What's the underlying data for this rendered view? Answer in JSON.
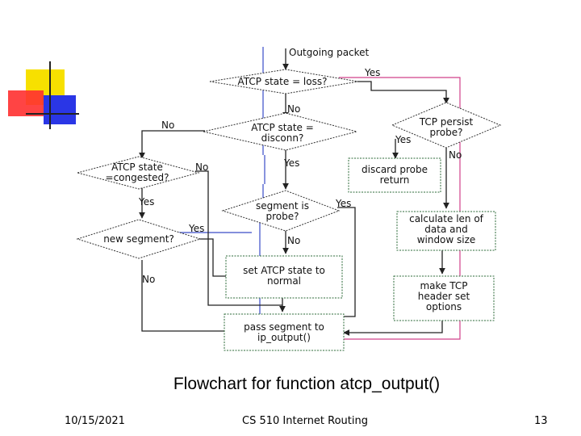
{
  "slide": {
    "caption": "Flowchart for function atcp_output()",
    "footer": {
      "date": "10/15/2021",
      "course": "CS 510 Internet Routing",
      "page": "13"
    }
  },
  "flowchart": {
    "start_label": "Outgoing packet",
    "decisions": {
      "loss": "ATCP state = loss?",
      "disconn_line1": "ATCP state =",
      "disconn_line2": "disconn?",
      "persist_line1": "TCP persist",
      "persist_line2": "probe?",
      "congested_line1": "ATCP state",
      "congested_line2": "=congested?",
      "probe_line1": "segment is",
      "probe_line2": "probe?",
      "newseg": "new segment?"
    },
    "processes": {
      "discard_line1": "discard probe",
      "discard_line2": "return",
      "calc_line1": "calculate len of",
      "calc_line2": "data and",
      "calc_line3": "window size",
      "header_line1": "make TCP",
      "header_line2": "header set",
      "header_line3": "options",
      "normal_line1": "set ATCP state to",
      "normal_line2": "normal",
      "pass_line1": "pass segment to",
      "pass_line2": "ip_output()"
    },
    "edge_labels": {
      "loss_yes": "Yes",
      "loss_no": "No",
      "disconn_no": "No",
      "disconn_yes": "Yes",
      "persist_yes": "Yes",
      "persist_no": "No",
      "congested_no": "No",
      "congested_yes": "Yes",
      "probe_yes": "Yes",
      "probe_no": "No",
      "newseg_yes": "Yes",
      "newseg_no": "No"
    },
    "colors": {
      "line": "#222222",
      "blue": "#3a4cc8",
      "pink": "#d0408a",
      "box_green": "#2e6b3a"
    }
  },
  "logo": {
    "colors": {
      "yellow": "#f7e000",
      "red": "#ff2020",
      "blue": "#2030e0",
      "line": "#222222"
    }
  }
}
